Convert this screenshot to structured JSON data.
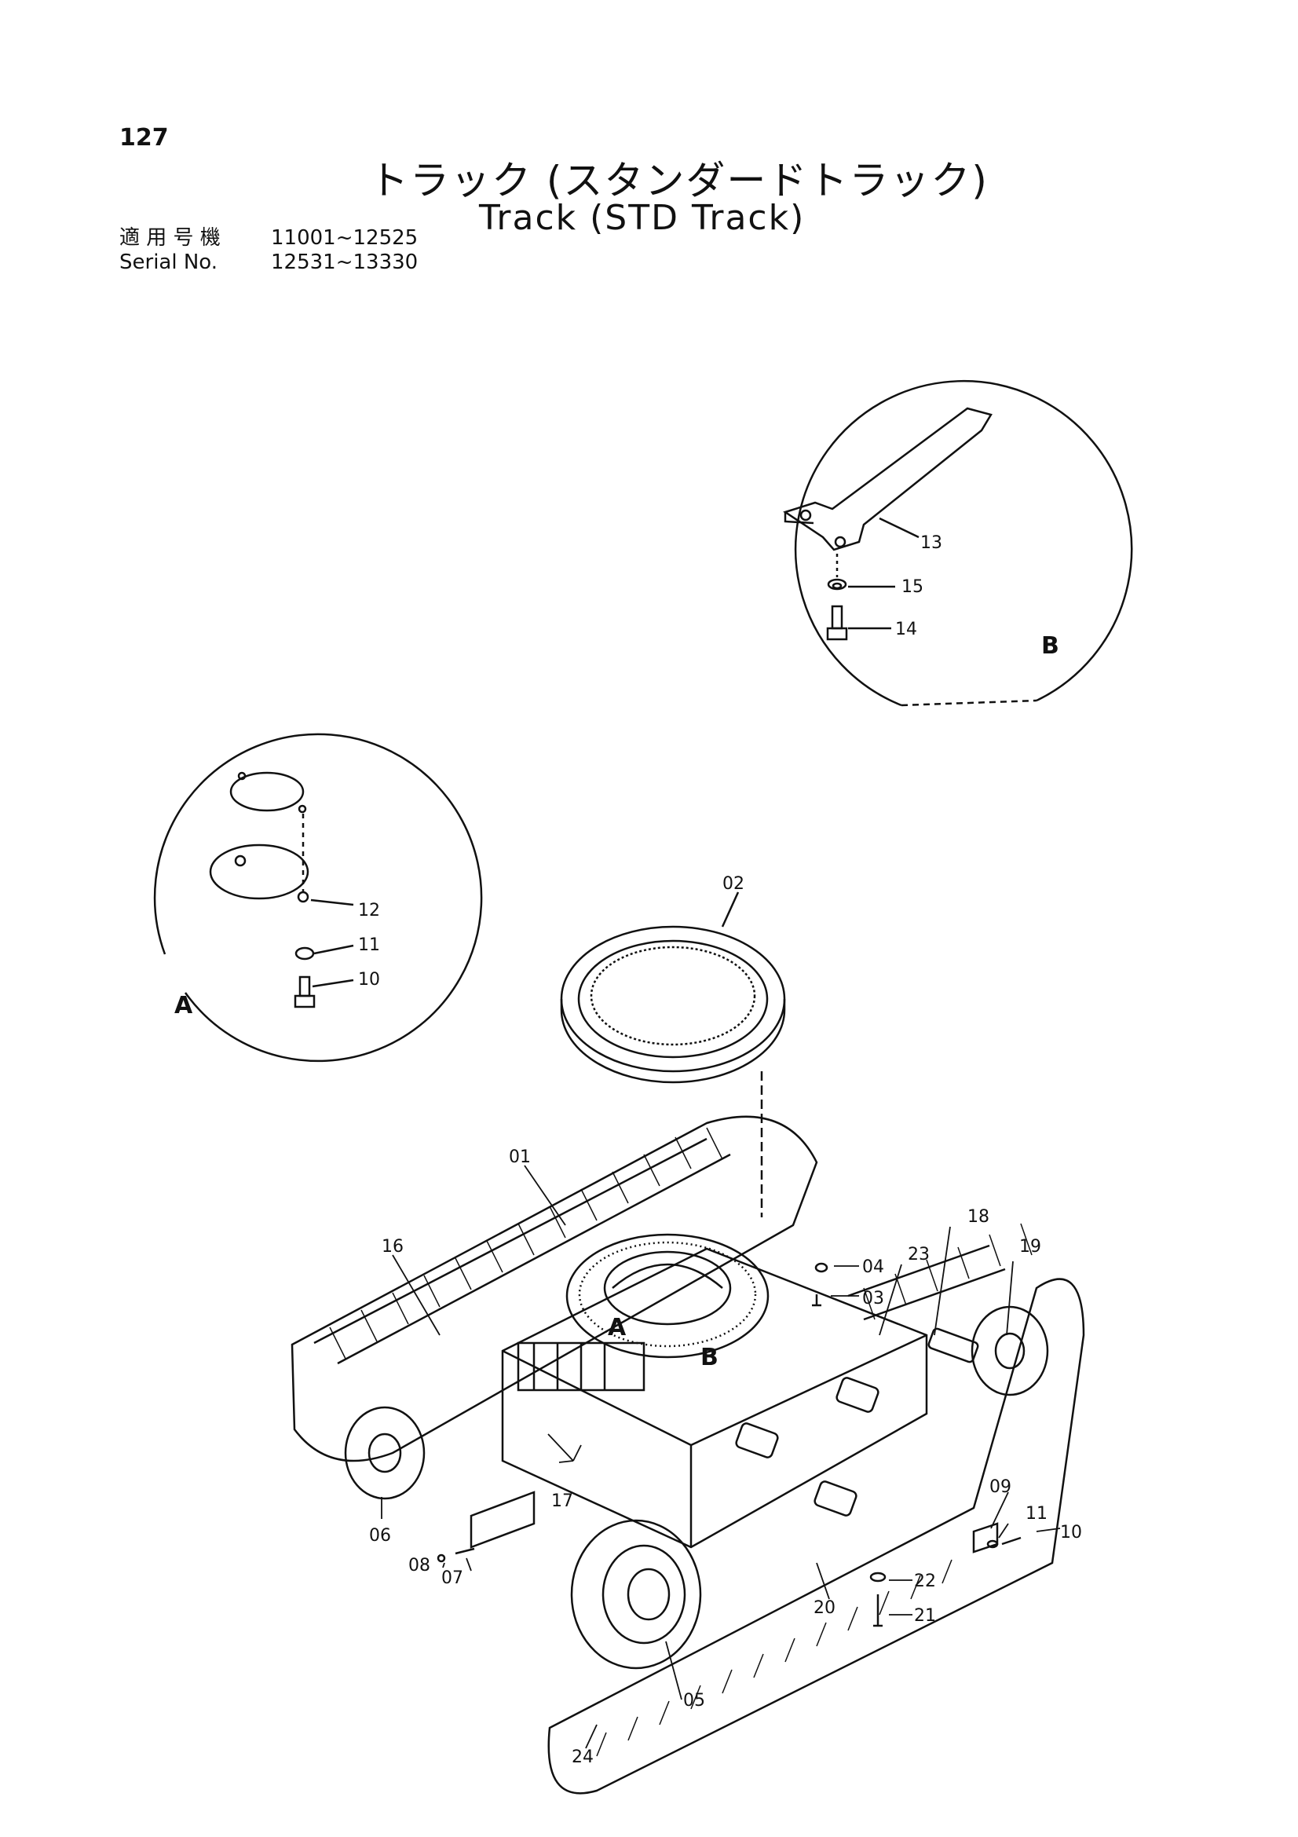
{
  "header": {
    "page_number": "127",
    "title_jp": "トラック (スタンダードトラック)",
    "title_en": "Track (STD Track)"
  },
  "serials": [
    {
      "label": "適 用 号 機",
      "range": "11001~12525"
    },
    {
      "label": "Serial No.",
      "range": "12531~13330"
    }
  ],
  "details": {
    "a_letter": "A",
    "b_letter": "B"
  },
  "callouts": {
    "c01": "01",
    "c02": "02",
    "c03": "03",
    "c04": "04",
    "c05": "05",
    "c06": "06",
    "c07": "07",
    "c08": "08",
    "c09": "09",
    "c10a": "10",
    "c10b": "10",
    "c11a": "11",
    "c11b": "11",
    "c12": "12",
    "c13": "13",
    "c14": "14",
    "c15": "15",
    "c16": "16",
    "c17": "17",
    "c18": "18",
    "c19": "19",
    "c20": "20",
    "c21": "21",
    "c22": "22",
    "c23": "23",
    "c24": "24",
    "ref_a": "A",
    "ref_b": "B"
  }
}
